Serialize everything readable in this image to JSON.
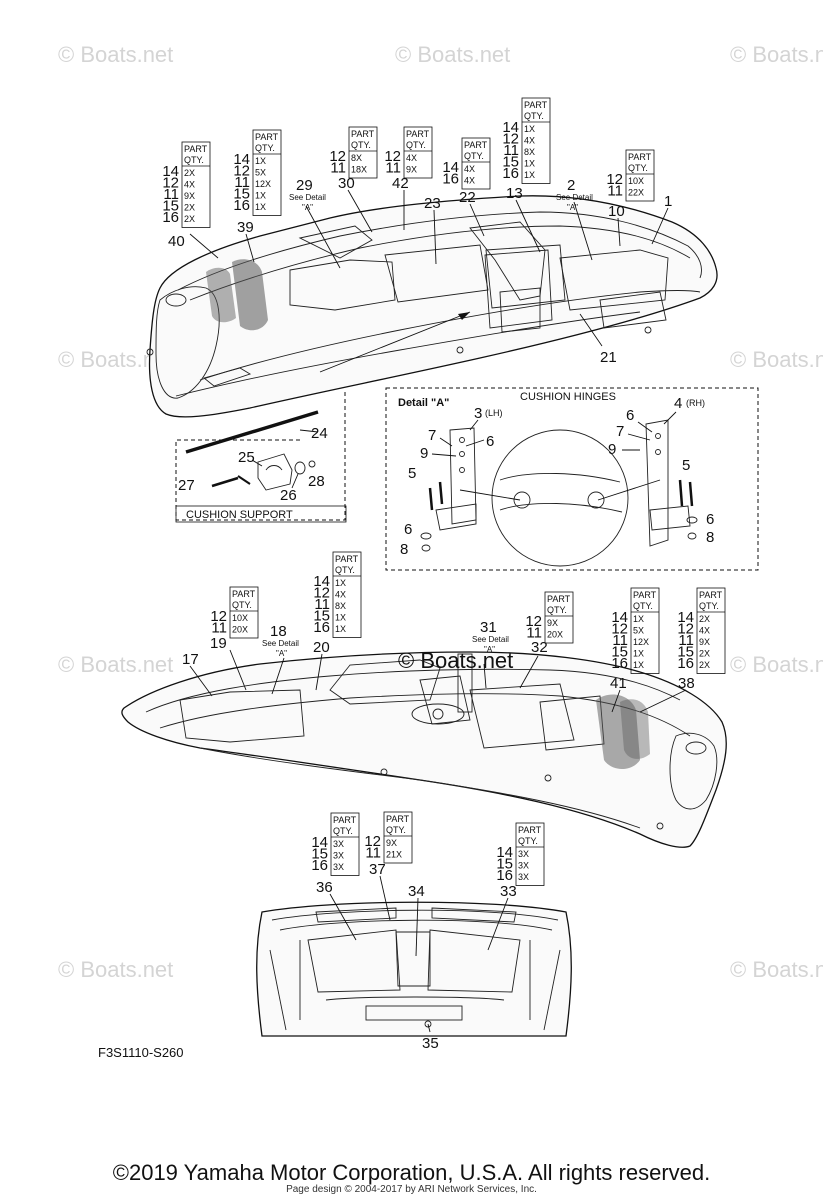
{
  "watermark": "© Boats.net",
  "diagram_code": "F3S1110-S260",
  "copyright": "©2019 Yamaha Motor Corporation, U.S.A. All rights reserved.",
  "page_design": "Page design © 2004-2017 by ARI Network Services, Inc.",
  "center_watermark": "© Boats.net",
  "see_detail": "See Detail",
  "detail_ref": "\"A\"",
  "detail_a_title": "Detail \"A\"",
  "cushion_hinges_title": "CUSHION HINGES",
  "cushion_support_title": "CUSHION SUPPORT",
  "lh": "(LH)",
  "rh": "(RH)",
  "qty_header": [
    "PART",
    "QTY."
  ],
  "part_numbers": {
    "p1": "1",
    "p2": "2",
    "p3": "3",
    "p4": "4",
    "p5": "5",
    "p6": "6",
    "p7": "7",
    "p8": "8",
    "p9": "9",
    "p10": "10",
    "p13": "13",
    "p17": "17",
    "p18": "18",
    "p19": "19",
    "p20": "20",
    "p21": "21",
    "p22": "22",
    "p23": "23",
    "p24": "24",
    "p25": "25",
    "p26": "26",
    "p27": "27",
    "p28": "28",
    "p29": "29",
    "p30": "30",
    "p31": "31",
    "p32": "32",
    "p33": "33",
    "p34": "34",
    "p35": "35",
    "p36": "36",
    "p37": "37",
    "p38": "38",
    "p39": "39",
    "p40": "40",
    "p41": "41",
    "p42": "42"
  },
  "qty_tables": {
    "t40": [
      [
        "14",
        "2X"
      ],
      [
        "12",
        "4X"
      ],
      [
        "11",
        "9X"
      ],
      [
        "15",
        "2X"
      ],
      [
        "16",
        "2X"
      ]
    ],
    "t39": [
      [
        "14",
        "1X"
      ],
      [
        "12",
        "5X"
      ],
      [
        "11",
        "12X"
      ],
      [
        "15",
        "1X"
      ],
      [
        "16",
        "1X"
      ]
    ],
    "t30": [
      [
        "12",
        "8X"
      ],
      [
        "11",
        "18X"
      ]
    ],
    "t42": [
      [
        "12",
        "4X"
      ],
      [
        "11",
        "9X"
      ]
    ],
    "t22": [
      [
        "14",
        "4X"
      ],
      [
        "16",
        "4X"
      ]
    ],
    "t13": [
      [
        "14",
        "1X"
      ],
      [
        "12",
        "4X"
      ],
      [
        "11",
        "8X"
      ],
      [
        "15",
        "1X"
      ],
      [
        "16",
        "1X"
      ]
    ],
    "t10": [
      [
        "12",
        "10X"
      ],
      [
        "11",
        "22X"
      ]
    ],
    "t19": [
      [
        "12",
        "10X"
      ],
      [
        "11",
        "20X"
      ]
    ],
    "t20": [
      [
        "14",
        "1X"
      ],
      [
        "12",
        "4X"
      ],
      [
        "11",
        "8X"
      ],
      [
        "15",
        "1X"
      ],
      [
        "16",
        "1X"
      ]
    ],
    "t32": [
      [
        "12",
        "9X"
      ],
      [
        "11",
        "20X"
      ]
    ],
    "t41": [
      [
        "14",
        "1X"
      ],
      [
        "12",
        "5X"
      ],
      [
        "11",
        "12X"
      ],
      [
        "15",
        "1X"
      ],
      [
        "16",
        "1X"
      ]
    ],
    "t38": [
      [
        "14",
        "2X"
      ],
      [
        "12",
        "4X"
      ],
      [
        "11",
        "9X"
      ],
      [
        "15",
        "2X"
      ],
      [
        "16",
        "2X"
      ]
    ],
    "t36": [
      [
        "14",
        "3X"
      ],
      [
        "15",
        "3X"
      ],
      [
        "16",
        "3X"
      ]
    ],
    "t37": [
      [
        "12",
        "9X"
      ],
      [
        "11",
        "21X"
      ]
    ],
    "t33": [
      [
        "14",
        "3X"
      ],
      [
        "15",
        "3X"
      ],
      [
        "16",
        "3X"
      ]
    ]
  }
}
